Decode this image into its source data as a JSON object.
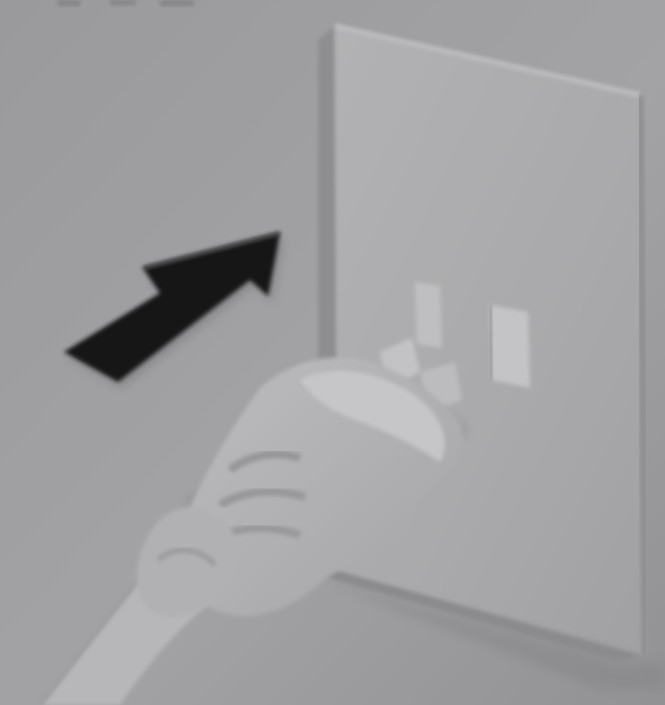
{
  "image": {
    "subject": "plug-insertion-illustration",
    "colors": {
      "background": "#9b9b9d",
      "wall_plate": "#acacae",
      "plate_edge": "#8d8d8f",
      "plug_body": "#b4b4b6",
      "plug_shadow": "#8f8f92",
      "arrow": "#151515",
      "cord": "#b9b9bb"
    },
    "elements": {
      "arrow": "insert-direction-arrow-icon",
      "outlet": "wall-outlet",
      "plug": "electric-plug",
      "cord": "power-cord"
    }
  }
}
